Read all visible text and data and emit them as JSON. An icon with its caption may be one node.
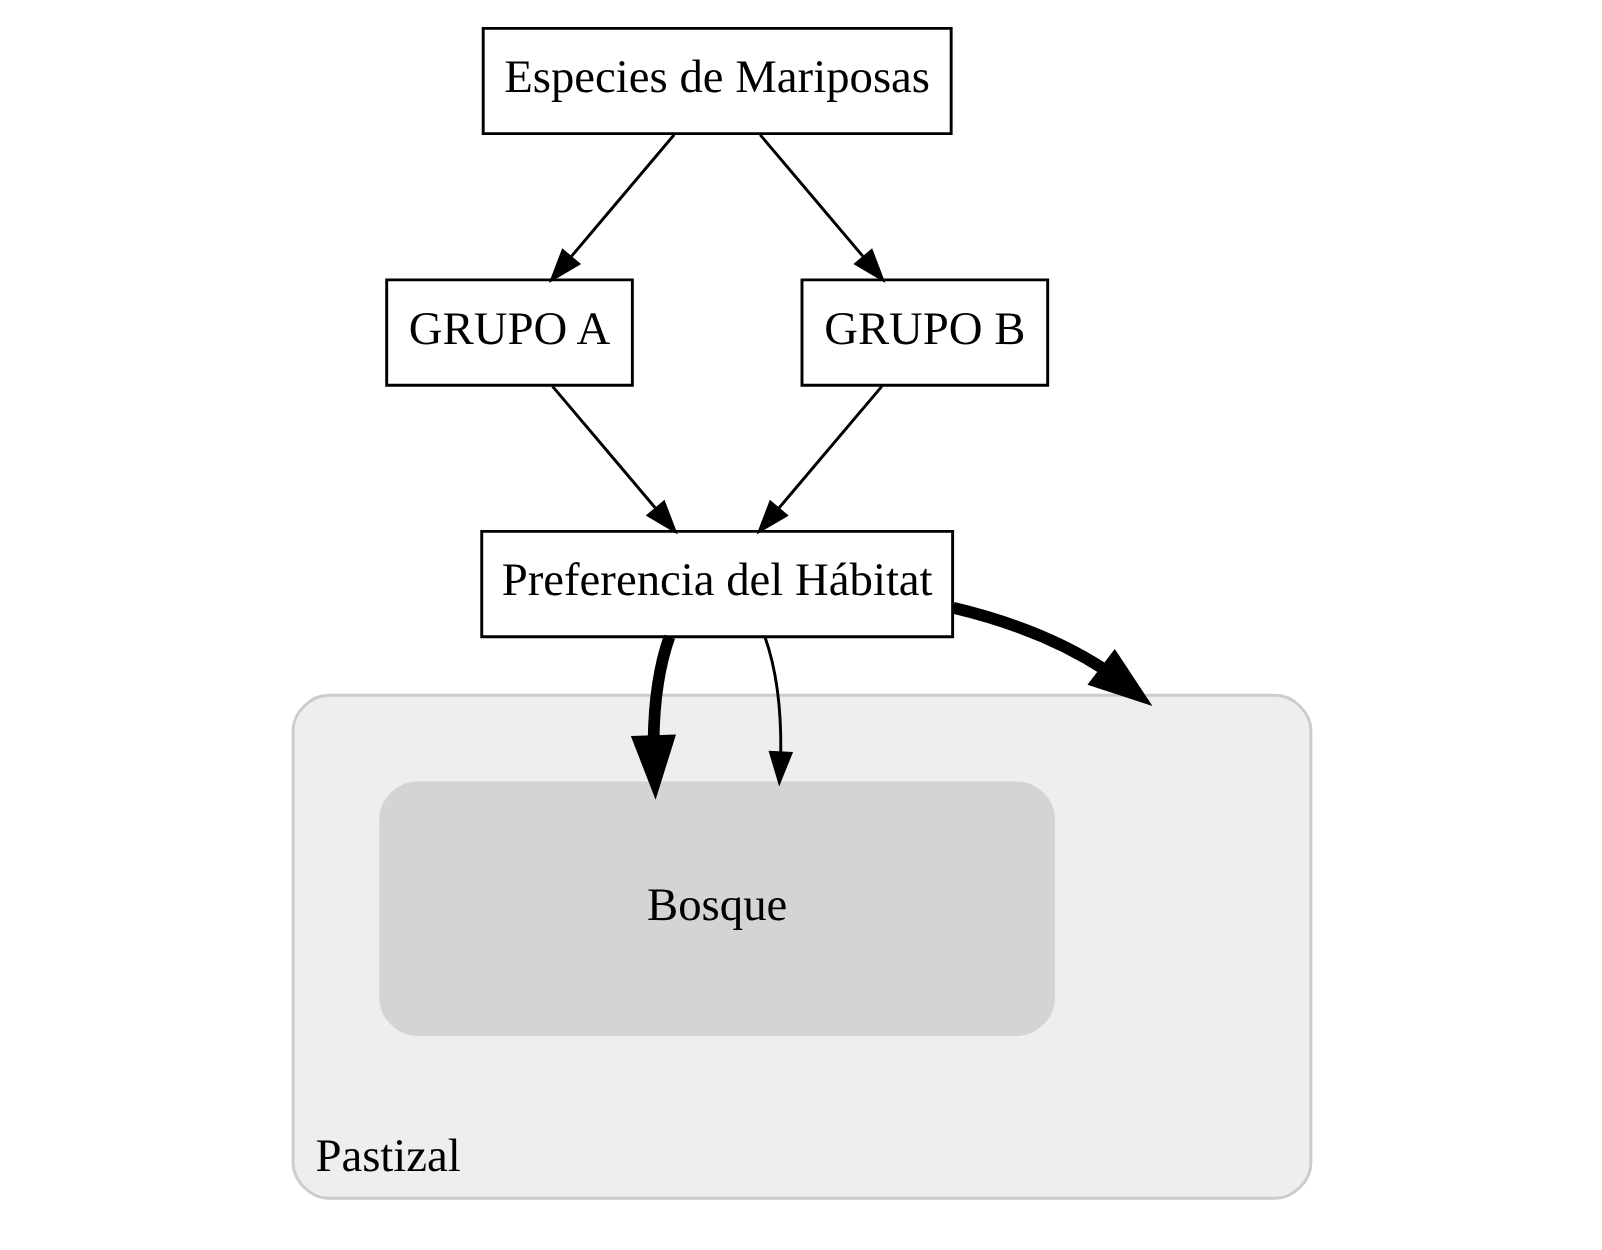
{
  "diagram": {
    "nodes": [
      {
        "text": [
          "Especies de Mariposas"
        ]
      },
      {
        "text": [
          "GRUPO A"
        ]
      },
      {
        "text": [
          "GRUPO B"
        ]
      },
      {
        "text": [
          "Preferencia del Hábitat"
        ]
      },
      {
        "text": [
          "Pastizal"
        ]
      },
      {
        "text": [
          "Bosque"
        ],
        "in": 4
      }
    ],
    "edges": [
      {
        "from": 0,
        "to": 1,
        "arrow": "to"
      },
      {
        "from": 0,
        "to": 2,
        "arrow": "to"
      },
      {
        "from": 1,
        "to": 3,
        "arrow": "to"
      },
      {
        "from": 2,
        "to": 3,
        "arrow": "to"
      },
      {
        "from": 3,
        "to": 4,
        "arrow": "to",
        "style": "thick"
      },
      {
        "from": 3,
        "to": 5,
        "arrow": "to",
        "style": "thick"
      },
      {
        "from": 3,
        "to": 5,
        "arrow": "to"
      }
    ]
  }
}
